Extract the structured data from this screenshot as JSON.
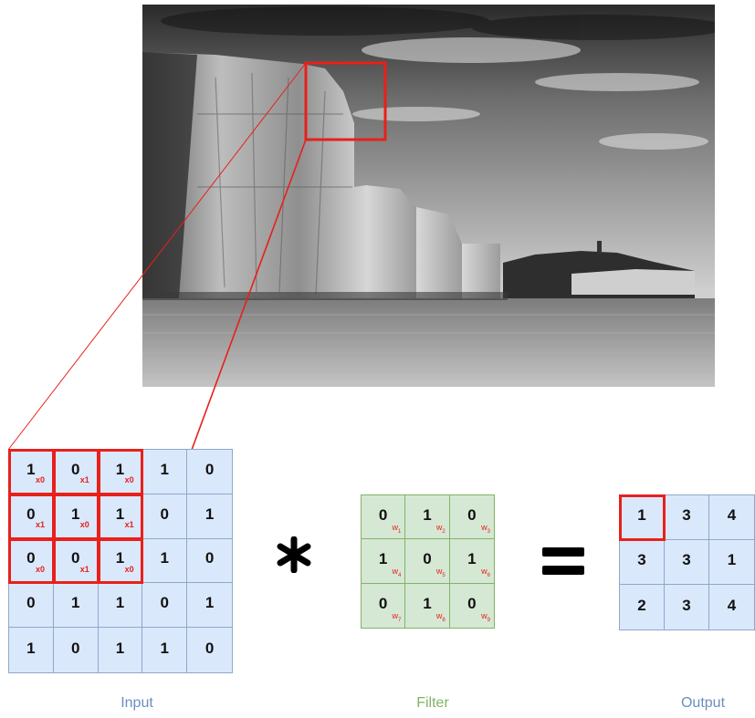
{
  "labels": {
    "input": "Input",
    "filter": "Filter",
    "output": "Output"
  },
  "operators": {
    "convolution": "*",
    "equals": "="
  },
  "colors": {
    "highlight": "#e8201a",
    "input_fill": "#dae8fc",
    "filter_fill": "#d5e8d4",
    "input_label": "#6c8ebf",
    "filter_label": "#82b366"
  },
  "input": {
    "rows": [
      [
        {
          "v": "1",
          "w": "x0"
        },
        {
          "v": "0",
          "w": "x1"
        },
        {
          "v": "1",
          "w": "x0"
        },
        {
          "v": "1"
        },
        {
          "v": "0"
        }
      ],
      [
        {
          "v": "0",
          "w": "x1"
        },
        {
          "v": "1",
          "w": "x0"
        },
        {
          "v": "1",
          "w": "x1"
        },
        {
          "v": "0"
        },
        {
          "v": "1"
        }
      ],
      [
        {
          "v": "0",
          "w": "x0"
        },
        {
          "v": "0",
          "w": "x1"
        },
        {
          "v": "1",
          "w": "x0"
        },
        {
          "v": "1"
        },
        {
          "v": "0"
        }
      ],
      [
        {
          "v": "0"
        },
        {
          "v": "1"
        },
        {
          "v": "1"
        },
        {
          "v": "0"
        },
        {
          "v": "1"
        }
      ],
      [
        {
          "v": "1"
        },
        {
          "v": "0"
        },
        {
          "v": "1"
        },
        {
          "v": "1"
        },
        {
          "v": "0"
        }
      ]
    ]
  },
  "filter": {
    "rows": [
      [
        {
          "v": "0",
          "w": "w",
          "i": "1"
        },
        {
          "v": "1",
          "w": "w",
          "i": "2"
        },
        {
          "v": "0",
          "w": "w",
          "i": "3"
        }
      ],
      [
        {
          "v": "1",
          "w": "w",
          "i": "4"
        },
        {
          "v": "0",
          "w": "w",
          "i": "5"
        },
        {
          "v": "1",
          "w": "w",
          "i": "6"
        }
      ],
      [
        {
          "v": "0",
          "w": "w",
          "i": "7"
        },
        {
          "v": "1",
          "w": "w",
          "i": "8"
        },
        {
          "v": "0",
          "w": "w",
          "i": "9"
        }
      ]
    ]
  },
  "output": {
    "rows": [
      [
        "1",
        "3",
        "4"
      ],
      [
        "3",
        "3",
        "1"
      ],
      [
        "2",
        "3",
        "4"
      ]
    ],
    "highlighted": [
      0,
      0
    ]
  }
}
